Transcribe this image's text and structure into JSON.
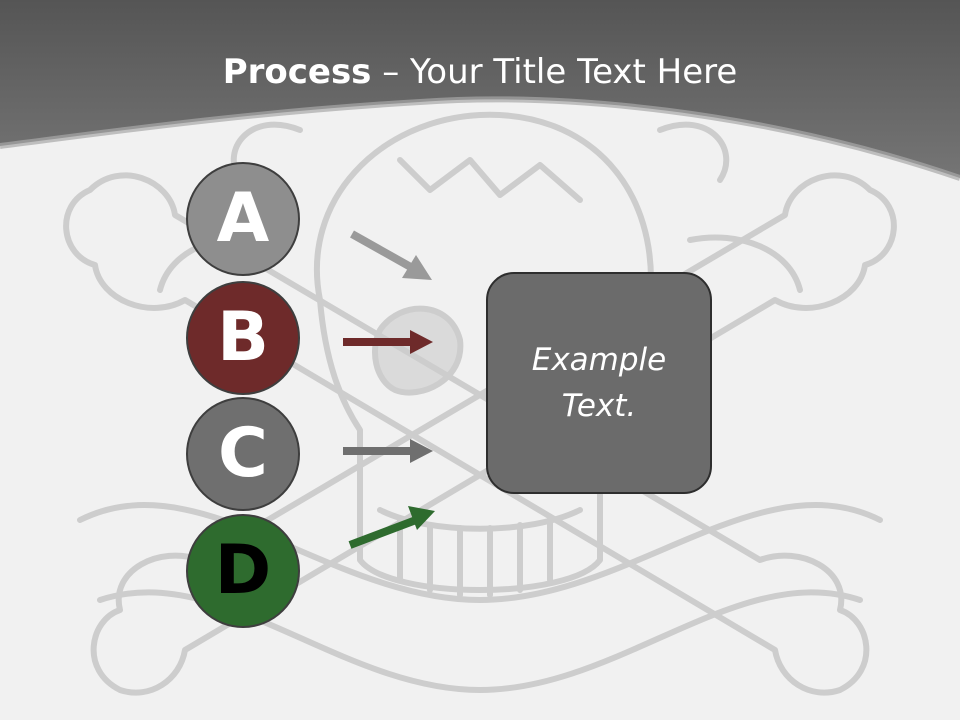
{
  "slide": {
    "title_bold": "Process",
    "title_rest": " – Your Title Text Here"
  },
  "steps": [
    {
      "letter": "A",
      "fill": "#8e8e8e",
      "text_color": "#ffffff",
      "arrow_color": "#9a9a9a"
    },
    {
      "letter": "B",
      "fill": "#6e2a2a",
      "text_color": "#ffffff",
      "arrow_color": "#6e2a2a"
    },
    {
      "letter": "C",
      "fill": "#6f6f6f",
      "text_color": "#ffffff",
      "arrow_color": "#6f6f6f"
    },
    {
      "letter": "D",
      "fill": "#2e6b2e",
      "text_color": "#000000",
      "arrow_color": "#2e6b2e"
    }
  ],
  "result": {
    "text": "Example Text.",
    "fill": "#6b6b6b"
  },
  "colors": {
    "header": "#5e5e5e",
    "background": "#f1f1f1",
    "watermark": "#cfcfcf"
  }
}
